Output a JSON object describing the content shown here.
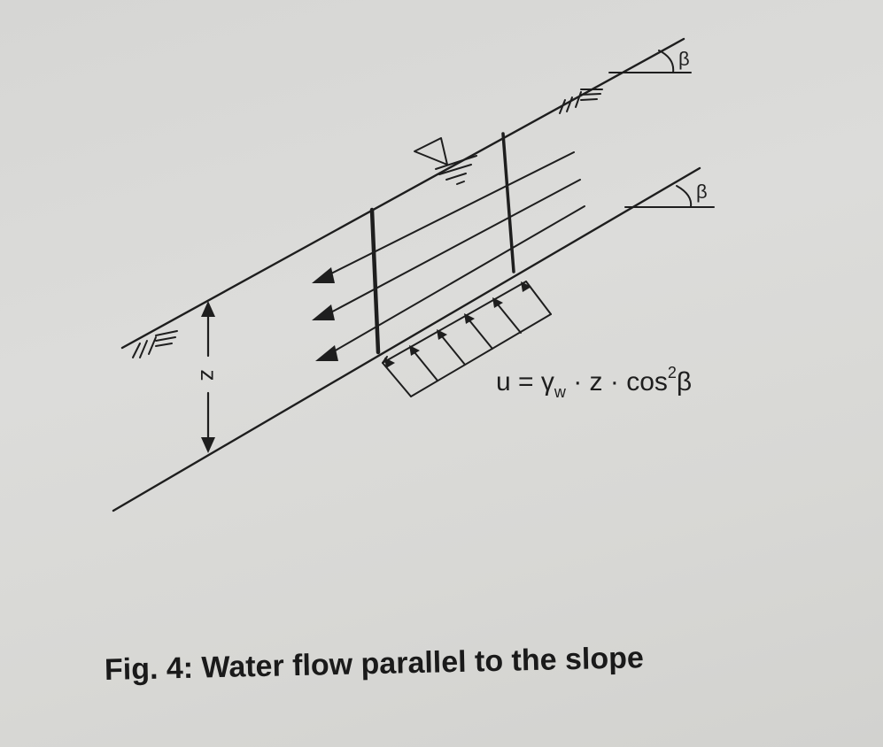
{
  "figure": {
    "caption": "Fig. 4: Water flow parallel to the slope",
    "labels": {
      "angle_top": "β",
      "angle_bottom": "β",
      "depth": "z",
      "formula_u": "u = γ",
      "formula_sub": "w",
      "formula_mid": " · z · cos",
      "formula_sup": "2",
      "formula_end": "β"
    },
    "elements": {
      "ground_surface": "upper slope line (ground / water table surface)",
      "slip_surface": "lower parallel slope line (failure plane)",
      "water_table_symbol": "inverted-triangle-icon",
      "flow_lines": 3,
      "pore_pressure_arrows": 6,
      "hatch_symbols": 2
    },
    "colors": {
      "ink": "#1e1e1e",
      "paper": "#d9d9d7"
    }
  }
}
